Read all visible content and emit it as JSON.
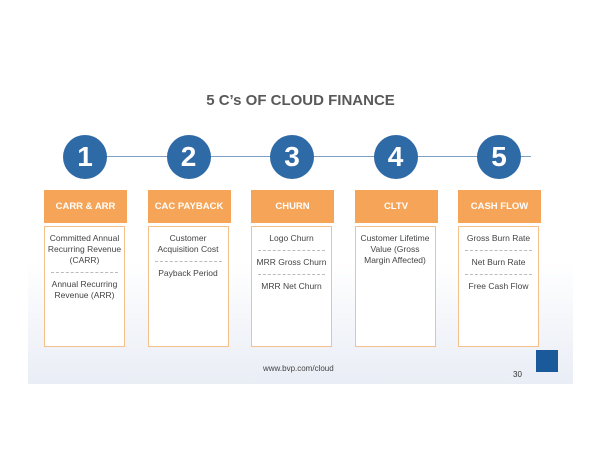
{
  "title": "5 C’s OF CLOUD FINANCE",
  "columns": [
    {
      "number": "1",
      "header": "CARR & ARR",
      "items": [
        "Committed Annual Recurring Revenue (CARR)",
        "Annual Recurring Revenue (ARR)"
      ]
    },
    {
      "number": "2",
      "header": "CAC PAYBACK",
      "items": [
        "Customer Acquisition Cost",
        "Payback Period"
      ]
    },
    {
      "number": "3",
      "header": "CHURN",
      "items": [
        "Logo Churn",
        "MRR Gross Churn",
        "MRR Net Churn"
      ]
    },
    {
      "number": "4",
      "header": "CLTV",
      "items": [
        "Customer Lifetime Value (Gross Margin Affected)"
      ]
    },
    {
      "number": "5",
      "header": "CASH FLOW",
      "items": [
        "Gross Burn Rate",
        "Net Burn Rate",
        "Free Cash Flow"
      ]
    }
  ],
  "footer": {
    "url": "www.bvp.com/cloud",
    "page": "30"
  },
  "colors": {
    "circle": "#2e6aa6",
    "header": "#f5a458"
  }
}
